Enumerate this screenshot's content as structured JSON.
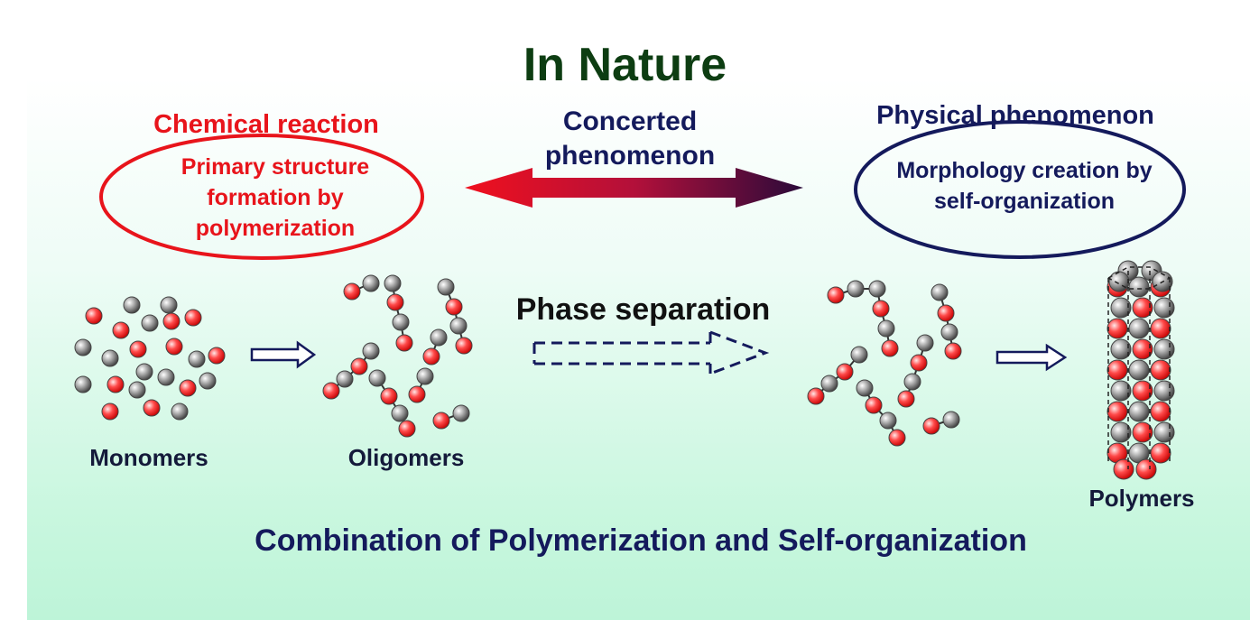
{
  "title": "In Nature",
  "chemical": {
    "label": "Chemical reaction",
    "description": "Primary structure formation by polymerization",
    "color": "#e8141b"
  },
  "concerted": "Concerted phenomenon",
  "physical": {
    "label": "Physical phenomenon",
    "description": "Morphology creation by self-organization",
    "color": "#141a5c"
  },
  "phase_separation": "Phase separation",
  "stages": {
    "monomers": "Monomers",
    "oligomers": "Oligomers",
    "polymers": "Polymers"
  },
  "bottom_caption": "Combination of Polymerization and Self-organization",
  "colors": {
    "red_bead": "#ff3b3b",
    "gray_bead": "#9a9a9a",
    "arrow_outline": "#141a5c",
    "background_mint": "#bdf4d8"
  }
}
